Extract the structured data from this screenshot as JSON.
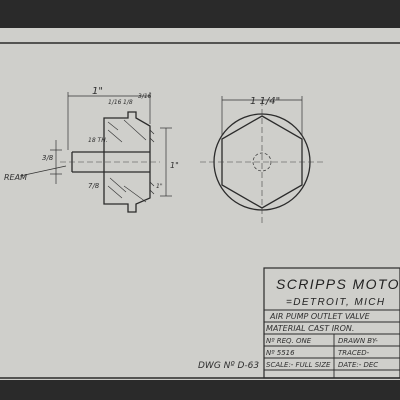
{
  "title_block": {
    "company": "SCRIPPS MOTOR",
    "location": "=DETROIT, MICH",
    "part_name": "AIR PUMP OUTLET VALVE",
    "material": "MATERIAL  CAST IRON.",
    "no_req": "Nº REQ.  ONE",
    "drawn_by": "DRAWN BY-",
    "part_no": "Nº 5516",
    "traced": "TRACED-",
    "scale": "SCALE:- FULL SIZE",
    "date": "DATE:- DEC"
  },
  "drawing_no": "DWG Nº D-63",
  "dimensions": {
    "overall_width": "1\"",
    "flange_a": "1/16",
    "flange_b": "1/8",
    "flange_c": "3/16",
    "bore_dia": "3/8",
    "counterbore": "1\"",
    "hex_across": "1 1/4\"",
    "height": "1\"",
    "thread": "18 TH.",
    "shank": "7/8",
    "ream_note": "REAM"
  },
  "colors": {
    "paper": "#cfcfcb",
    "ink": "#2b2b2b",
    "background": "#2a2a2a"
  }
}
